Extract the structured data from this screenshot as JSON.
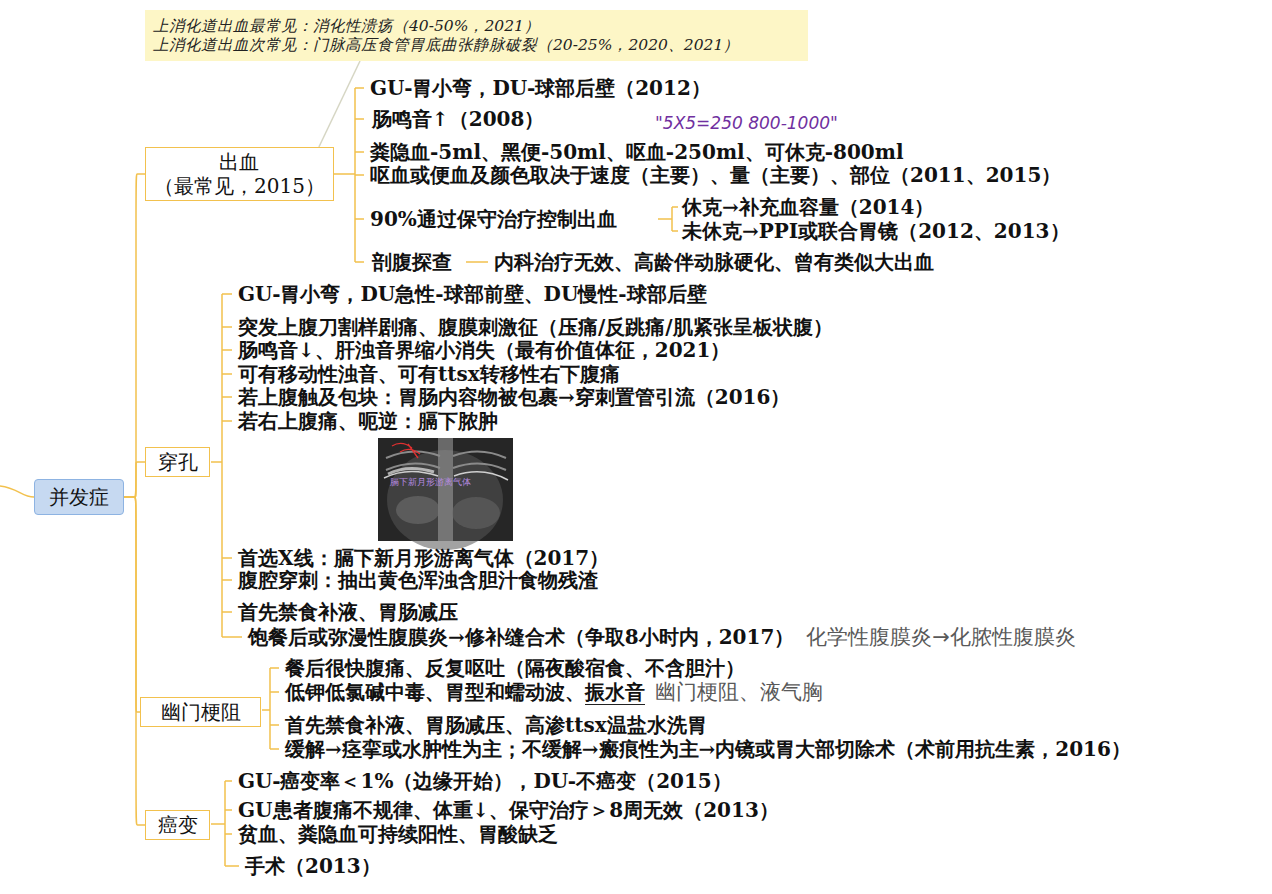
{
  "diagram": {
    "nodes": [
      {
        "text": [
          "并发症"
        ]
      },
      {
        "text": [
          "出血",
          "（最常见，2015）"
        ]
      },
      {
        "text": [
          "穿孔"
        ]
      },
      {
        "text": [
          "幽门梗阻"
        ]
      },
      {
        "text": [
          "癌变"
        ]
      },
      {
        "text": [
          "上消化道出血最常见：消化性溃疡（40-50%，2021）",
          "上消化道出血次常见：门脉高压食管胃底曲张静脉破裂（20-25%，2020、2021）"
        ]
      }
    ],
    "edges": [
      {
        "from": 0,
        "to": 1,
        "arrow": "none"
      },
      {
        "from": 0,
        "to": 2,
        "arrow": "none"
      },
      {
        "from": 0,
        "to": 3,
        "arrow": "none"
      },
      {
        "from": 0,
        "to": 4,
        "arrow": "none"
      },
      {
        "from": 5,
        "to": 1,
        "arrow": "none"
      }
    ],
    "labels": [
      "GU-胃小弯，DU-球部后壁（2012）",
      "肠鸣音↑（2008）",
      "\"5X5=250 800-1000\"",
      "粪隐血-5ml、黑便-50ml、呕血-250ml、可休克-800ml",
      "呕血或便血及颜色取决于速度（主要）、量（主要）、部位（2011、2015）",
      "90%通过保守治疗控制出血",
      "休克→补充血容量（2014）",
      "未休克→PPI或联合胃镜（2012、2013）",
      "剖腹探查",
      "内科治疗无效、高龄伴动脉硬化、曾有类似大出血",
      "GU-胃小弯，DU急性-球部前壁、DU慢性-球部后壁",
      "突发上腹刀割样剧痛、腹膜刺激征（压痛/反跳痛/肌紧张呈板状腹）",
      "肠鸣音↓、肝浊音界缩小消失（最有价值体征，2021）",
      "可有移动性浊音、可有ttsx转移性右下腹痛",
      "若上腹触及包块：胃肠内容物被包裹→穿刺置管引流（2016）",
      "若右上腹痛、呃逆：膈下脓肿",
      "膈下新月形游离气体",
      "首选X线：膈下新月形游离气体（2017）",
      "腹腔穿刺：抽出黄色浑浊含胆汁食物残渣",
      "首先禁食补液、胃肠减压",
      "饱餐后或弥漫性腹膜炎→修补缝合术（争取8小时内，2017）",
      "化学性腹膜炎→化脓性腹膜炎",
      "餐后很快腹痛、反复呕吐（隔夜酸宿食、不含胆汁）",
      "低钾低氯碱中毒、胃型和蠕动波、振水音",
      "幽门梗阻、液气胸",
      "首先禁食补液、胃肠减压、高渗ttsx温盐水洗胃",
      "缓解→痉挛或水肿性为主；不缓解→瘢痕性为主→内镜或胃大部切除术（术前用抗生素，2016）",
      "GU-癌变率＜1%（边缘开始），DU-不癌变（2015）",
      "GU患者腹痛不规律、体重↓、保守治疗＞8周无效（2013）",
      "贫血、粪隐血可持续阳性、胃酸缺乏",
      "手术（2013）"
    ]
  }
}
